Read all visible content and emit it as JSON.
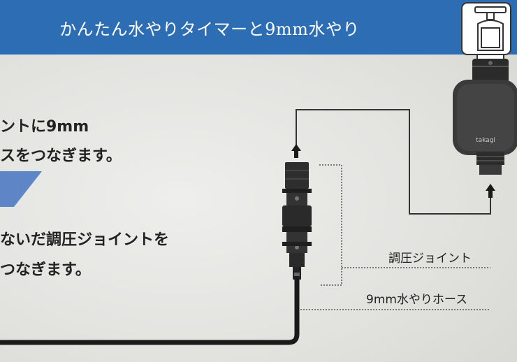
{
  "banner": {
    "title": "かんたん水やりタイマーと9mm水やり"
  },
  "steps": [
    {
      "line1": "ントに9mm",
      "line2": "スをつなぎます。"
    },
    {
      "line1": "ないだ調圧ジョイントを",
      "line2": "つなぎます。"
    }
  ],
  "timer": {
    "brand": "takagi"
  },
  "labels": {
    "pressure_joint": "調圧ジョイント",
    "hose": "9mm水やりホース"
  },
  "colors": {
    "banner": "#2d6db3",
    "timer_body": "#3a3a3a",
    "chevron": "#5e86c7",
    "text": "#222222"
  }
}
